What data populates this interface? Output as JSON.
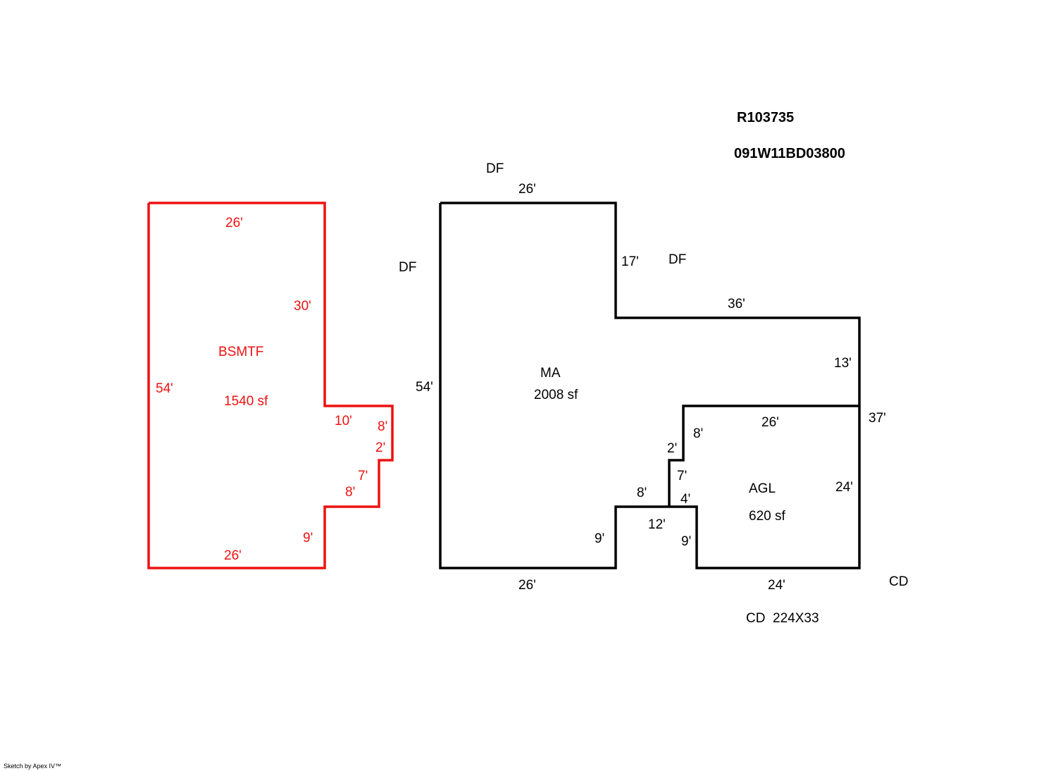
{
  "header": {
    "account_id": "R103735",
    "map_tax_lot": "091W11BD03800"
  },
  "colors": {
    "basement_outline": "#ee1111",
    "main_outline": "#000000",
    "background": "#ffffff"
  },
  "basement": {
    "code": "BSMTF",
    "area": "1540 sf",
    "dims": {
      "top": "26'",
      "right_upper": "30'",
      "left": "54'",
      "step_top": "10'",
      "step_right_a": "8'",
      "step_right_b": "2'",
      "step_mid_a": "7'",
      "step_mid_b": "8'",
      "right_lower": "9'",
      "bottom": "26'"
    }
  },
  "main_area": {
    "code": "MA",
    "area": "2008 sf",
    "dims": {
      "top": "26'",
      "left": "54'",
      "notch_right": "17'",
      "wing_top": "36'",
      "wing_right": "13'",
      "right_total": "37'",
      "bottom_left": "26'",
      "bottom_notch": "9'",
      "step_a": "8'",
      "step_b": "12'"
    }
  },
  "garage": {
    "code": "AGL",
    "area": "620 sf",
    "dims": {
      "top": "26'",
      "right": "24'",
      "bottom": "24'",
      "left_bottom": "9'",
      "left_a": "8'",
      "left_b": "2'",
      "left_c": "7'",
      "left_d": "4'"
    }
  },
  "annotations": {
    "df_top": "DF",
    "df_left": "DF",
    "df_right": "DF",
    "cd_corner": "CD",
    "cd_note": "CD  224X33"
  },
  "footer": {
    "credit": "Sketch by Apex IV™"
  }
}
